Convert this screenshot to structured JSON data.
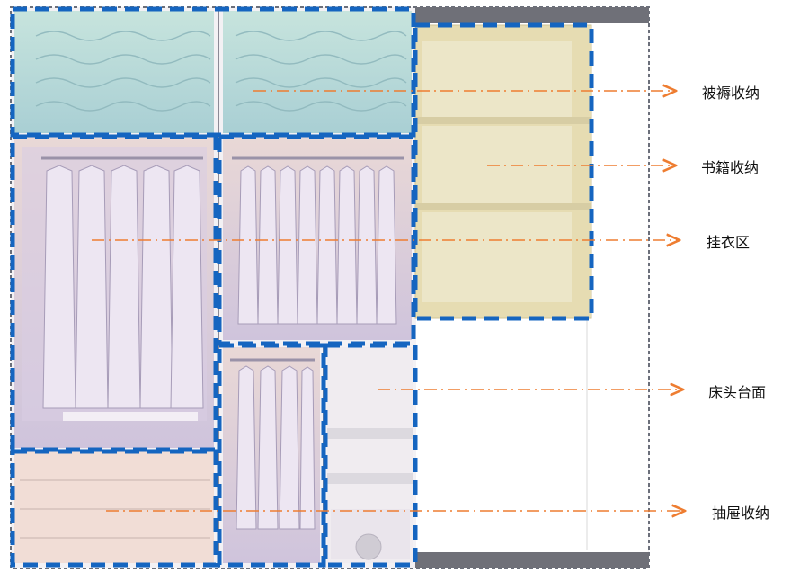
{
  "labels": {
    "bedding": "被褥收纳",
    "books": "书籍收纳",
    "hanging": "挂衣区",
    "bedside": "床头台面",
    "drawers": "抽屉收纳"
  },
  "colors": {
    "zone_dash": "#1565c0",
    "leader_line": "#ee7d31",
    "outer_frame": "#6b6f7a",
    "bedding_fill": "#b9dad8",
    "hanging_fill": "#dccfe0",
    "book_shelf_fill": "#e4dcb4",
    "drawer_fill": "#f1ddd6"
  },
  "icons": [
    "arrow-right-icon"
  ]
}
